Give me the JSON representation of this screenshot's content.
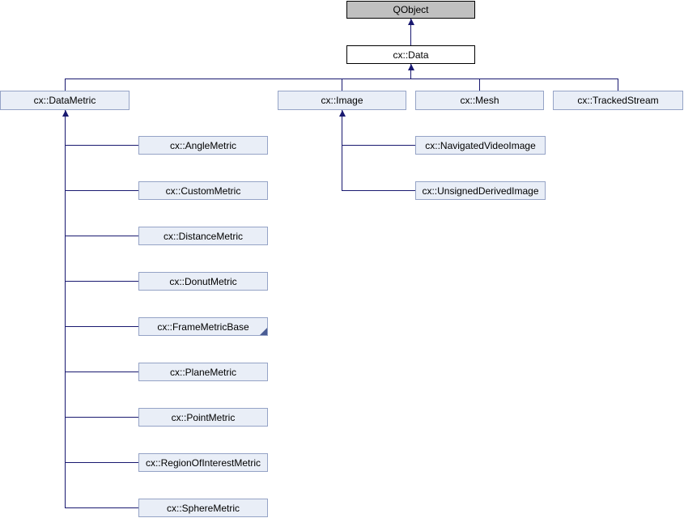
{
  "diagram": {
    "type": "class-inheritance-graph",
    "nodes": [
      {
        "id": "qobject",
        "label": "QObject",
        "kind": "external"
      },
      {
        "id": "cx-data",
        "label": "cx::Data",
        "kind": "current"
      },
      {
        "id": "cx-datametric",
        "label": "cx::DataMetric",
        "kind": "linked"
      },
      {
        "id": "cx-image",
        "label": "cx::Image",
        "kind": "linked"
      },
      {
        "id": "cx-mesh",
        "label": "cx::Mesh",
        "kind": "linked"
      },
      {
        "id": "cx-trackedstream",
        "label": "cx::TrackedStream",
        "kind": "linked"
      },
      {
        "id": "cx-anglemetric",
        "label": "cx::AngleMetric",
        "kind": "linked"
      },
      {
        "id": "cx-custommetric",
        "label": "cx::CustomMetric",
        "kind": "linked"
      },
      {
        "id": "cx-distancemetric",
        "label": "cx::DistanceMetric",
        "kind": "linked"
      },
      {
        "id": "cx-donutmetric",
        "label": "cx::DonutMetric",
        "kind": "linked"
      },
      {
        "id": "cx-framemetricbase",
        "label": "cx::FrameMetricBase",
        "kind": "linked",
        "truncated": true
      },
      {
        "id": "cx-planemetric",
        "label": "cx::PlaneMetric",
        "kind": "linked"
      },
      {
        "id": "cx-pointmetric",
        "label": "cx::PointMetric",
        "kind": "linked"
      },
      {
        "id": "cx-regionofinterestmetric",
        "label": "cx::RegionOfInterestMetric",
        "kind": "linked"
      },
      {
        "id": "cx-spheremetric",
        "label": "cx::SphereMetric",
        "kind": "linked"
      },
      {
        "id": "cx-navigatedvideoimage",
        "label": "cx::NavigatedVideoImage",
        "kind": "linked"
      },
      {
        "id": "cx-unsignedderivedimage",
        "label": "cx::UnsignedDerivedImage",
        "kind": "linked"
      }
    ],
    "edges": [
      {
        "from": "cx-data",
        "to": "qobject"
      },
      {
        "from": "cx-datametric",
        "to": "cx-data"
      },
      {
        "from": "cx-image",
        "to": "cx-data"
      },
      {
        "from": "cx-mesh",
        "to": "cx-data"
      },
      {
        "from": "cx-trackedstream",
        "to": "cx-data"
      },
      {
        "from": "cx-anglemetric",
        "to": "cx-datametric"
      },
      {
        "from": "cx-custommetric",
        "to": "cx-datametric"
      },
      {
        "from": "cx-distancemetric",
        "to": "cx-datametric"
      },
      {
        "from": "cx-donutmetric",
        "to": "cx-datametric"
      },
      {
        "from": "cx-framemetricbase",
        "to": "cx-datametric"
      },
      {
        "from": "cx-planemetric",
        "to": "cx-datametric"
      },
      {
        "from": "cx-pointmetric",
        "to": "cx-datametric"
      },
      {
        "from": "cx-regionofinterestmetric",
        "to": "cx-datametric"
      },
      {
        "from": "cx-spheremetric",
        "to": "cx-datametric"
      },
      {
        "from": "cx-navigatedvideoimage",
        "to": "cx-image"
      },
      {
        "from": "cx-unsignedderivedimage",
        "to": "cx-image"
      }
    ],
    "colors": {
      "edge": "#191970",
      "external_fill": "#c0c0c0",
      "external_border": "#000000",
      "current_fill": "#ffffff",
      "current_border": "#000000",
      "linked_fill": "#e9eef7",
      "linked_border": "#95a3c6",
      "fold": "#4a5c94",
      "text": "#000000"
    }
  }
}
